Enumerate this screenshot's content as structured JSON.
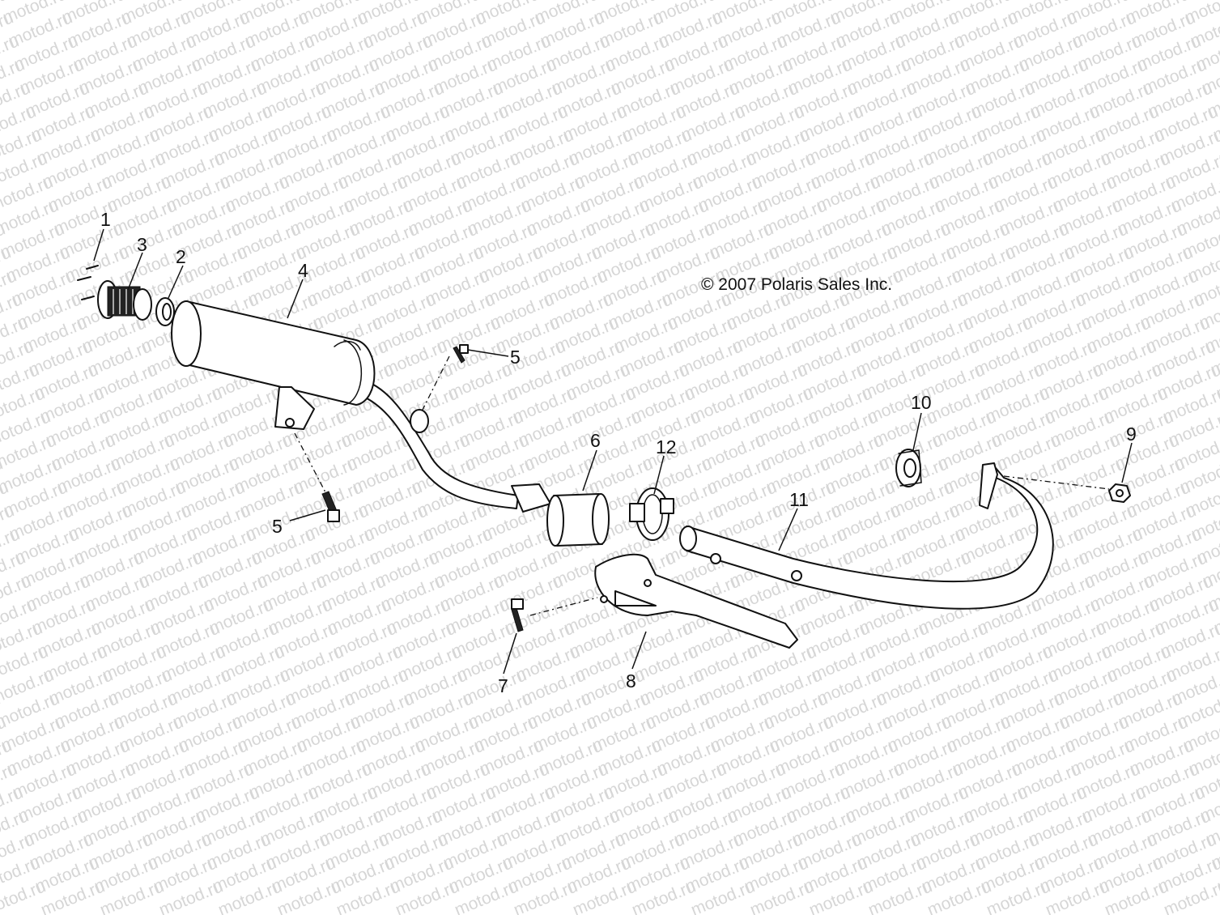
{
  "copyright": "© 2007 Polaris Sales Inc.",
  "watermark_text": "motod.ru",
  "callouts": {
    "c1": "1",
    "c2": "2",
    "c3": "3",
    "c4": "4",
    "c5a": "5",
    "c5b": "5",
    "c6": "6",
    "c7": "7",
    "c8": "8",
    "c9": "9",
    "c10": "10",
    "c11": "11",
    "c12": "12"
  },
  "colors": {
    "line": "#111111",
    "watermark": "#d6d6d6",
    "background": "#ffffff"
  }
}
